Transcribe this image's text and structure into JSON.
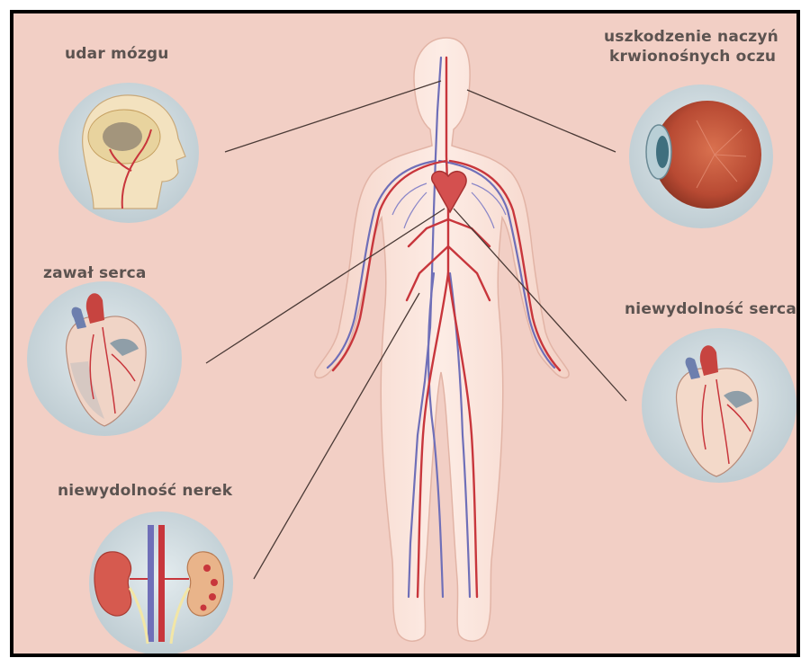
{
  "labels": {
    "stroke": "udar mózgu",
    "eye_line1": "uszkodzenie naczyń",
    "eye_line2": "krwionośnych oczu",
    "infarction": "zawał serca",
    "heart_failure": "niewydolność serca",
    "kidney_failure": "niewydolność nerek"
  },
  "colors": {
    "background": "#f2cfc5",
    "frame": "#000000",
    "circle_fill": "#cfd9dd",
    "artery": "#c8363c",
    "vein": "#6f6fb8",
    "body": "#fbe3da",
    "leader_line": "#4a3a36"
  }
}
